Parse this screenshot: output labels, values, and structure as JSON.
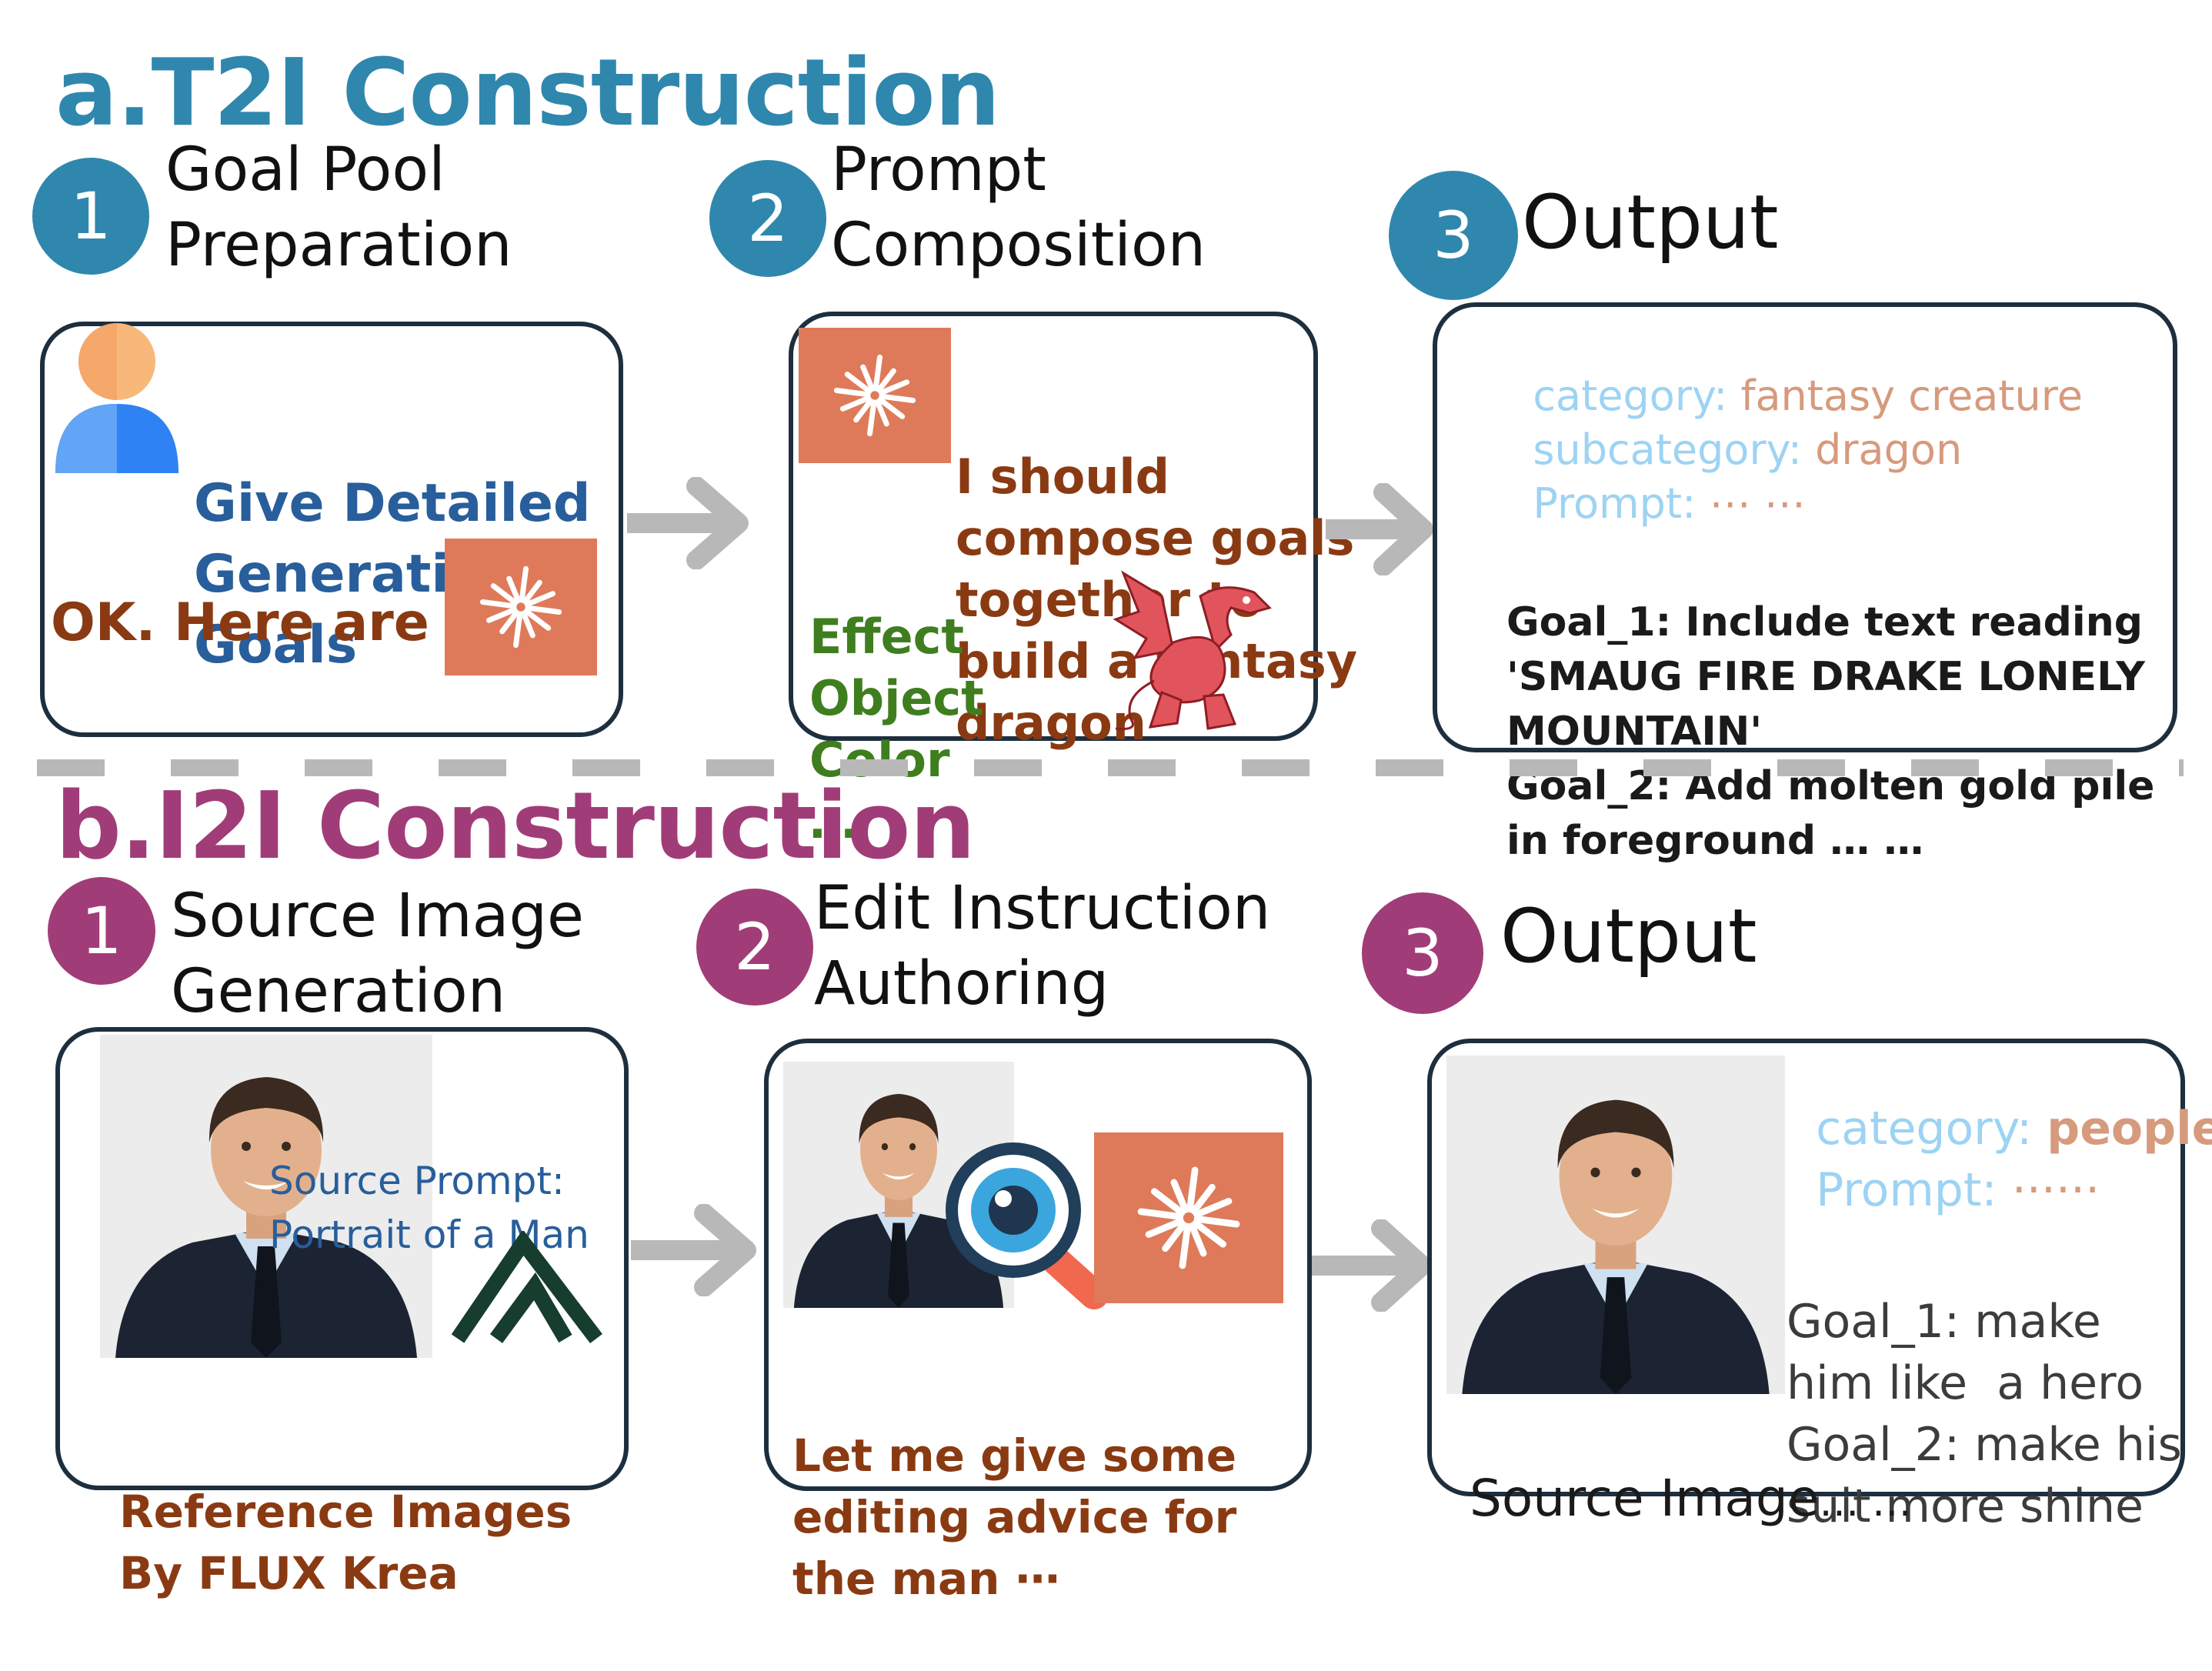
{
  "colors": {
    "t2i": "#2f87ad",
    "i2i": "#a03d78",
    "panel_border": "#1d2f3f",
    "claude_orange": "#de7a5a",
    "arrow_gray": "#b8b8b8",
    "divider_gray": "#b8b8b8"
  },
  "t2i": {
    "title": "a.T2I Construction",
    "steps": [
      {
        "number": "1",
        "label_line1": "Goal Pool",
        "label_line2": "Preparation"
      },
      {
        "number": "2",
        "label_line1": "Prompt",
        "label_line2": "Composition"
      },
      {
        "number": "3",
        "label": "Output"
      }
    ],
    "panel1": {
      "lines": [
        "Give Detailed",
        "Generation",
        "Goals"
      ],
      "reply": "OK. Here are ⋯"
    },
    "panel2": {
      "thought": [
        "I should",
        "compose goals",
        "together to",
        "build a fantasy",
        "dragon"
      ],
      "goal_types": [
        "Effect",
        "Object",
        "Color",
        "…"
      ]
    },
    "panel3": {
      "category_key": "category:",
      "category_value": "fantasy creature",
      "subcategory_key": "subcategory:",
      "subcategory_value": "dragon",
      "prompt_key": "Prompt:",
      "prompt_value": "⋯ ⋯",
      "goals": [
        "Goal_1: Include text reading",
        "'SMAUG FIRE DRAKE LONELY",
        "MOUNTAIN'",
        "Goal_2: Add molten gold pile",
        "in foreground … …"
      ]
    }
  },
  "i2i": {
    "title": "b.I2I Construction",
    "steps": [
      {
        "number": "1",
        "label_line1": "Source Image",
        "label_line2": "Generation"
      },
      {
        "number": "2",
        "label_line1": "Edit Instruction",
        "label_line2": "Authoring"
      },
      {
        "number": "3",
        "label": "Output"
      }
    ],
    "panel1": {
      "source_prompt": [
        "Source Prompt:",
        "Portrait of a Man"
      ],
      "reference": [
        "Reference Images",
        "By FLUX Krea"
      ]
    },
    "panel2": {
      "advice": [
        "Let me give some",
        "editing advice for",
        "the man ⋯"
      ]
    },
    "panel3": {
      "category_key": "category:",
      "category_value": "people",
      "prompt_key": "Prompt:",
      "prompt_value": "······",
      "goals": [
        "Goal_1: make",
        "him like  a hero",
        "Goal_2: make his",
        "suit more shine"
      ],
      "source_label": "Source Image",
      "trailing": "… …"
    }
  }
}
